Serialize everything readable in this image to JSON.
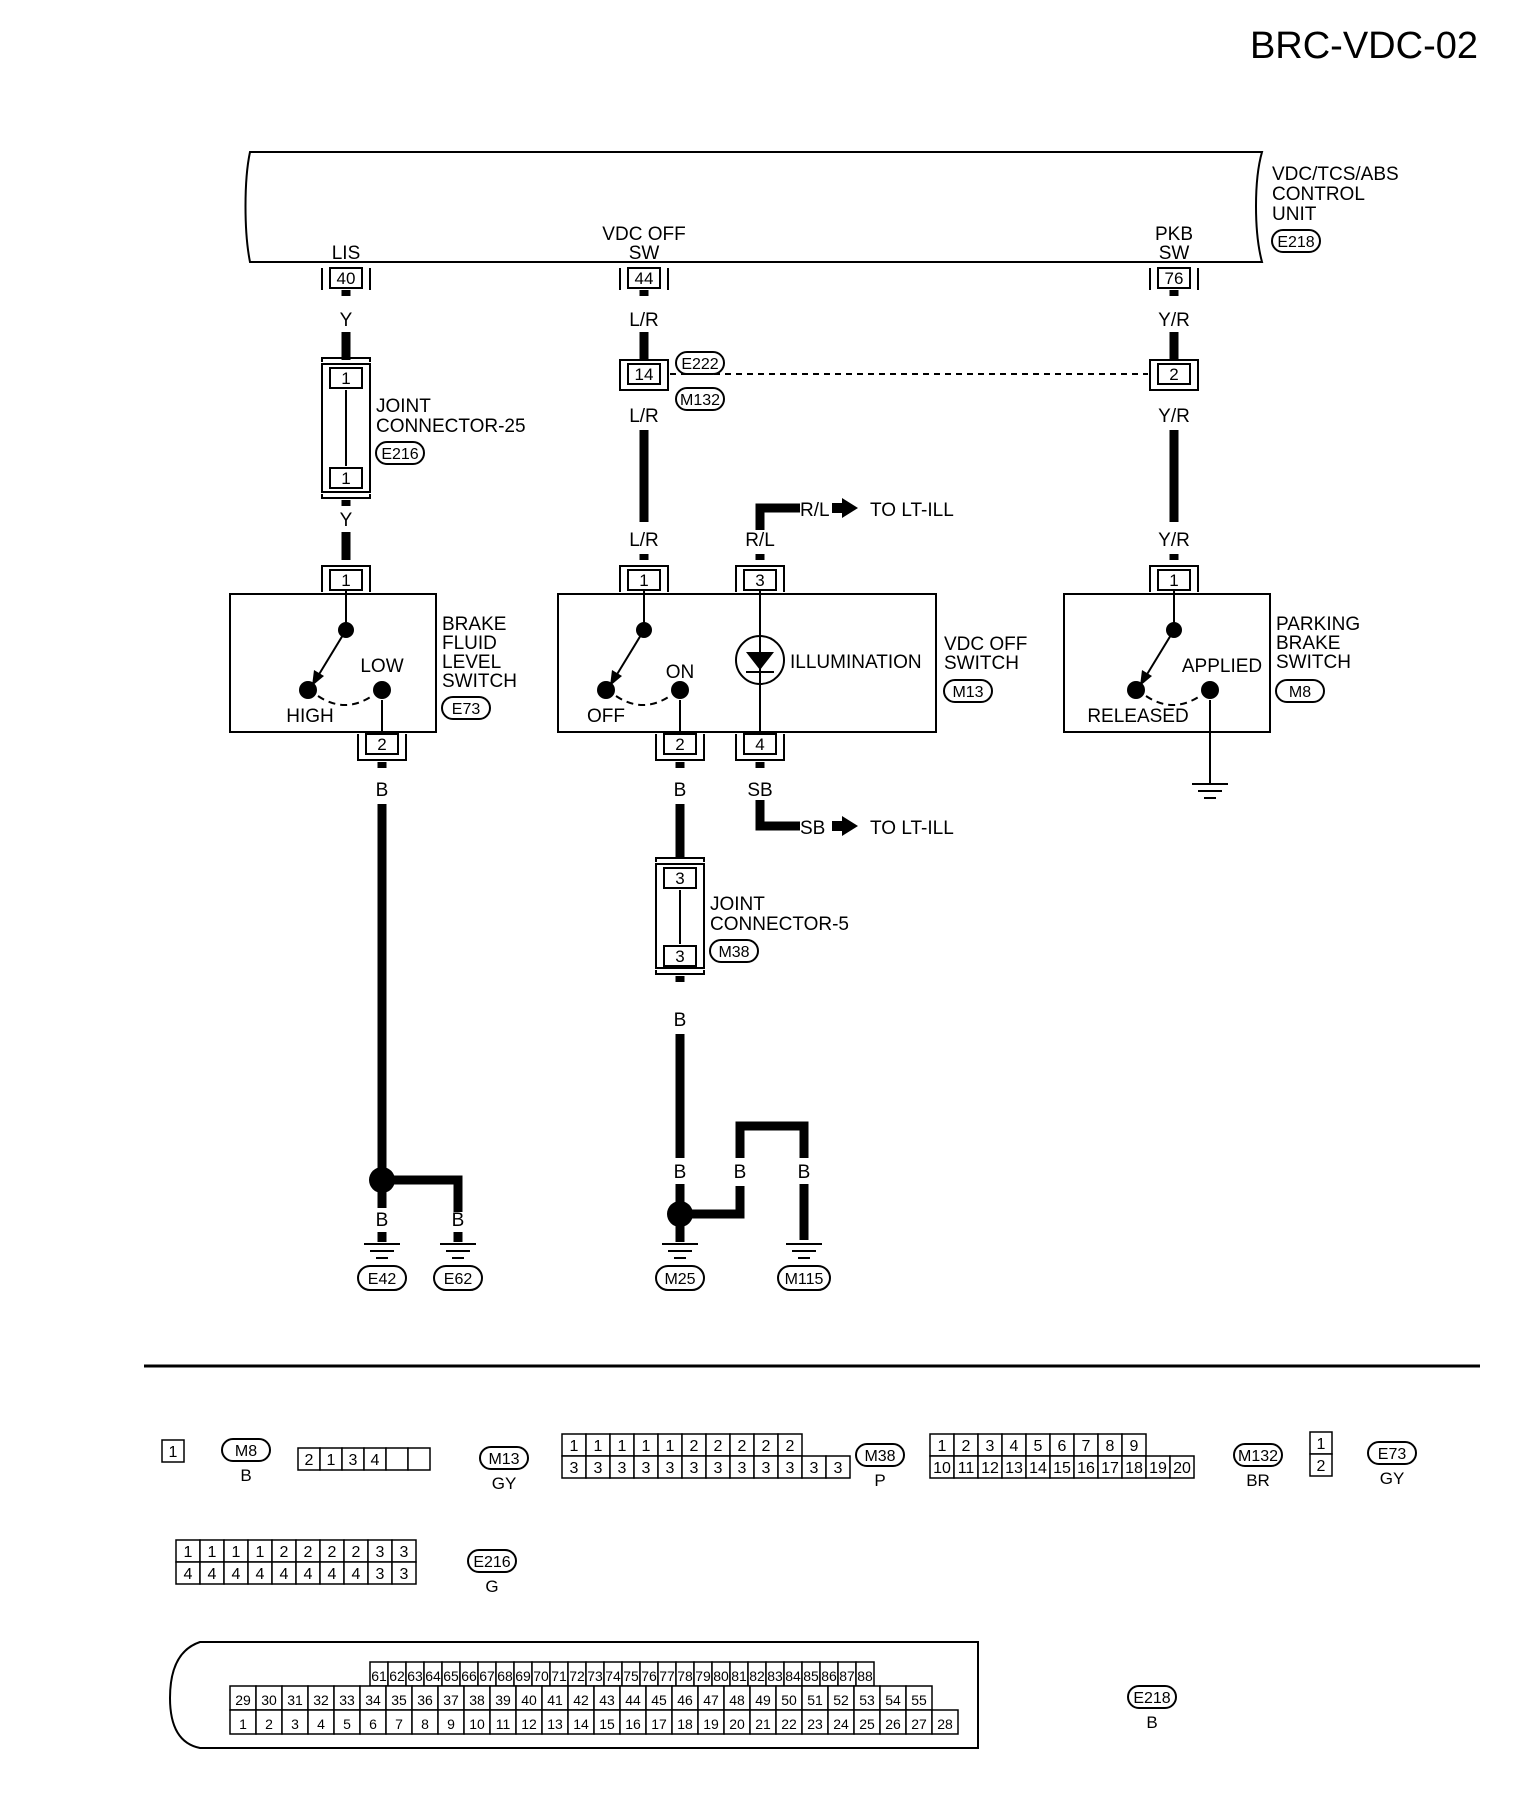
{
  "page_title": "BRC-VDC-02",
  "control_unit": {
    "name_lines": [
      "VDC/TCS/ABS",
      "CONTROL",
      "UNIT"
    ],
    "connector": "E218",
    "terminals": [
      {
        "name_lines": [
          "LIS"
        ],
        "pin": "40",
        "wire": "Y"
      },
      {
        "name_lines": [
          "VDC OFF",
          "SW"
        ],
        "pin": "44",
        "wire": "L/R"
      },
      {
        "name_lines": [
          "PKB",
          "SW"
        ],
        "pin": "76",
        "wire": "Y/R"
      }
    ]
  },
  "joint_connector_25": {
    "name_lines": [
      "JOINT",
      "CONNECTOR-25"
    ],
    "connector": "E216",
    "pin_top": "1",
    "pin_bottom": "1",
    "wire_out": "Y"
  },
  "harness_connector": {
    "pin_left": "14",
    "pin_right": "2",
    "connector_top": "E222",
    "connector_bottom": "M132",
    "wire_left_out": "L/R",
    "wire_right_out": "Y/R",
    "wire_left_in": "L/R",
    "wire_right_in": "Y/R"
  },
  "brake_fluid_switch": {
    "name_lines": [
      "BRAKE",
      "FLUID",
      "LEVEL",
      "SWITCH"
    ],
    "connector": "E73",
    "pin_in": "1",
    "pin_out": "2",
    "pos_high": "HIGH",
    "pos_low": "LOW",
    "wire_out": "B"
  },
  "vdc_off_switch": {
    "name_lines": [
      "VDC OFF",
      "SWITCH"
    ],
    "connector": "M13",
    "pins": [
      "1",
      "3",
      "2",
      "4"
    ],
    "pos_off": "OFF",
    "pos_on": "ON",
    "illumination": "ILLUMINATION",
    "wire_in_1": "L/R",
    "wire_in_3": "R/L",
    "wire_out_2": "B",
    "wire_out_4": "SB"
  },
  "parking_brake_switch": {
    "name_lines": [
      "PARKING",
      "BRAKE",
      "SWITCH"
    ],
    "connector": "M8",
    "pin": "1",
    "pos_released": "RELEASED",
    "pos_applied": "APPLIED"
  },
  "to_lt_ill": [
    {
      "wire": "R/L",
      "label": "TO LT-ILL"
    },
    {
      "wire": "SB",
      "label": "TO LT-ILL"
    }
  ],
  "joint_connector_5": {
    "name_lines": [
      "JOINT",
      "CONNECTOR-5"
    ],
    "connector": "M38",
    "pin_top": "3",
    "pin_bottom": "3",
    "wire_out": "B"
  },
  "grounds": {
    "left": [
      {
        "wire": "B",
        "name": "E42"
      },
      {
        "wire": "B",
        "name": "E62"
      }
    ],
    "right": [
      {
        "wire": "B",
        "name": "M25"
      },
      {
        "wire": "B",
        "name": "M115"
      }
    ],
    "right_branch_wires": [
      "B",
      "B"
    ]
  },
  "connector_views": [
    {
      "id": "M8",
      "color": "B",
      "rows": [
        [
          "1"
        ]
      ]
    },
    {
      "id": "M13",
      "color": "GY",
      "rows": [
        [
          "2",
          "1",
          "3",
          "4",
          "",
          ""
        ]
      ]
    },
    {
      "id": "M38",
      "color": "P",
      "rows": [
        [
          "1",
          "1",
          "1",
          "1",
          "1",
          "2",
          "2",
          "2",
          "2",
          "2"
        ],
        [
          "3",
          "3",
          "3",
          "3",
          "3",
          "3",
          "3",
          "3",
          "3",
          "3",
          "3",
          "3"
        ]
      ]
    },
    {
      "id": "M132",
      "color": "BR",
      "rows": [
        [
          "1",
          "2",
          "3",
          "4",
          "5",
          "6",
          "7",
          "8",
          "9"
        ],
        [
          "10",
          "11",
          "12",
          "13",
          "14",
          "15",
          "16",
          "17",
          "18",
          "19",
          "20"
        ]
      ]
    },
    {
      "id": "E73",
      "color": "GY",
      "rows": [
        [
          "1"
        ],
        [
          "2"
        ]
      ]
    },
    {
      "id": "E216",
      "color": "G",
      "rows": [
        [
          "1",
          "1",
          "1",
          "1",
          "2",
          "2",
          "2",
          "2",
          "3",
          "3"
        ],
        [
          "4",
          "4",
          "4",
          "4",
          "4",
          "4",
          "4",
          "4",
          "3",
          "3"
        ]
      ]
    },
    {
      "id": "E218",
      "color": "B",
      "rows": [
        [
          "61",
          "62",
          "63",
          "64",
          "65",
          "66",
          "67",
          "68",
          "69",
          "70",
          "71",
          "72",
          "73",
          "74",
          "75",
          "76",
          "77",
          "78",
          "79",
          "80",
          "81",
          "82",
          "83",
          "84",
          "85",
          "86",
          "87",
          "88"
        ],
        [
          "29",
          "30",
          "31",
          "32",
          "33",
          "34",
          "35",
          "36",
          "37",
          "38",
          "39",
          "40",
          "41",
          "42",
          "43",
          "44",
          "45",
          "46",
          "47",
          "48",
          "49",
          "50",
          "51",
          "52",
          "53",
          "54",
          "55"
        ],
        [
          "1",
          "2",
          "3",
          "4",
          "5",
          "6",
          "7",
          "8",
          "9",
          "10",
          "11",
          "12",
          "13",
          "14",
          "15",
          "16",
          "17",
          "18",
          "19",
          "20",
          "21",
          "22",
          "23",
          "24",
          "25",
          "26",
          "27",
          "28"
        ]
      ]
    }
  ]
}
